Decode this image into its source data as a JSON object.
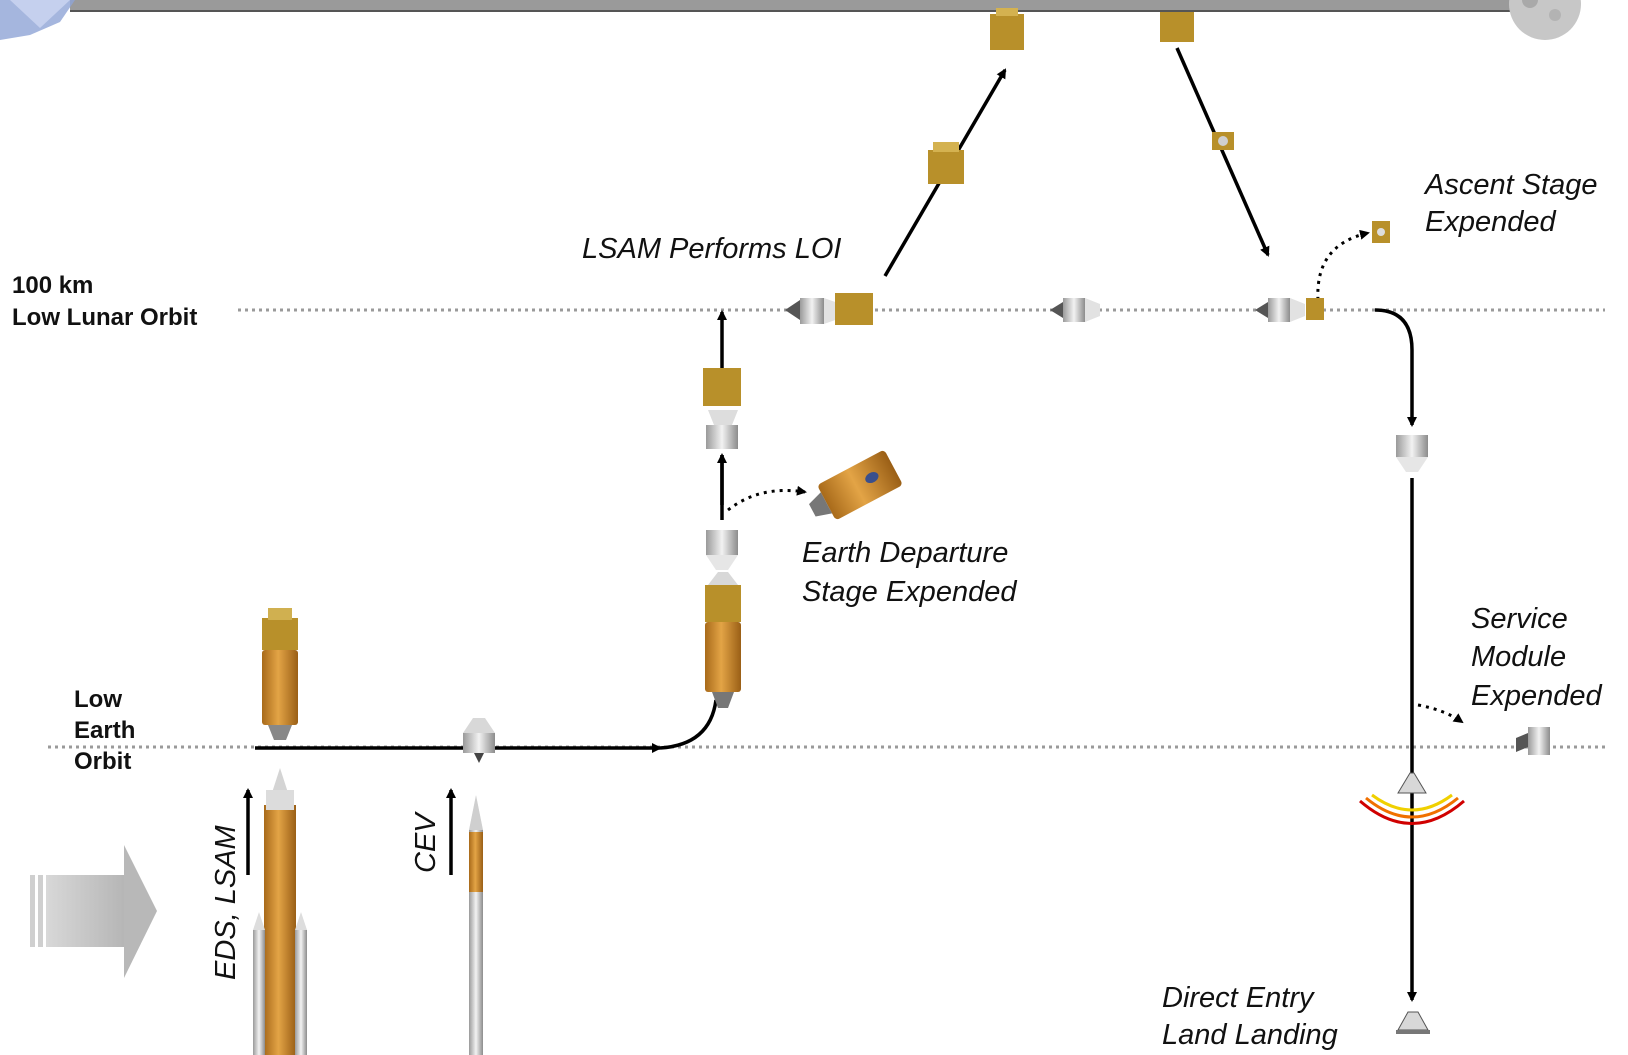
{
  "orbits": {
    "lunar": {
      "line1": "100 km",
      "line2": "Low Lunar Orbit"
    },
    "earth": {
      "line1": "Low",
      "line2": "Earth",
      "line3": "Orbit"
    }
  },
  "annotations": {
    "lsam_loi": "LSAM Performs LOI",
    "ascent_line1": "Ascent Stage",
    "ascent_line2": "Expended",
    "eds_line1": "Earth Departure",
    "eds_line2": "Stage Expended",
    "sm_line1": "Service",
    "sm_line2": "Module",
    "sm_line3": "Expended",
    "entry_line1": "Direct Entry",
    "entry_line2": "Land Landing"
  },
  "launches": {
    "heavy": "EDS, LSAM",
    "crew": "CEV"
  },
  "colors": {
    "stage_orange": "#c98a2a",
    "capsule_gray": "#c9c9c9",
    "lander_gold": "#b8902a",
    "orbit_dots": "#9a9a9a",
    "path": "#000000"
  }
}
